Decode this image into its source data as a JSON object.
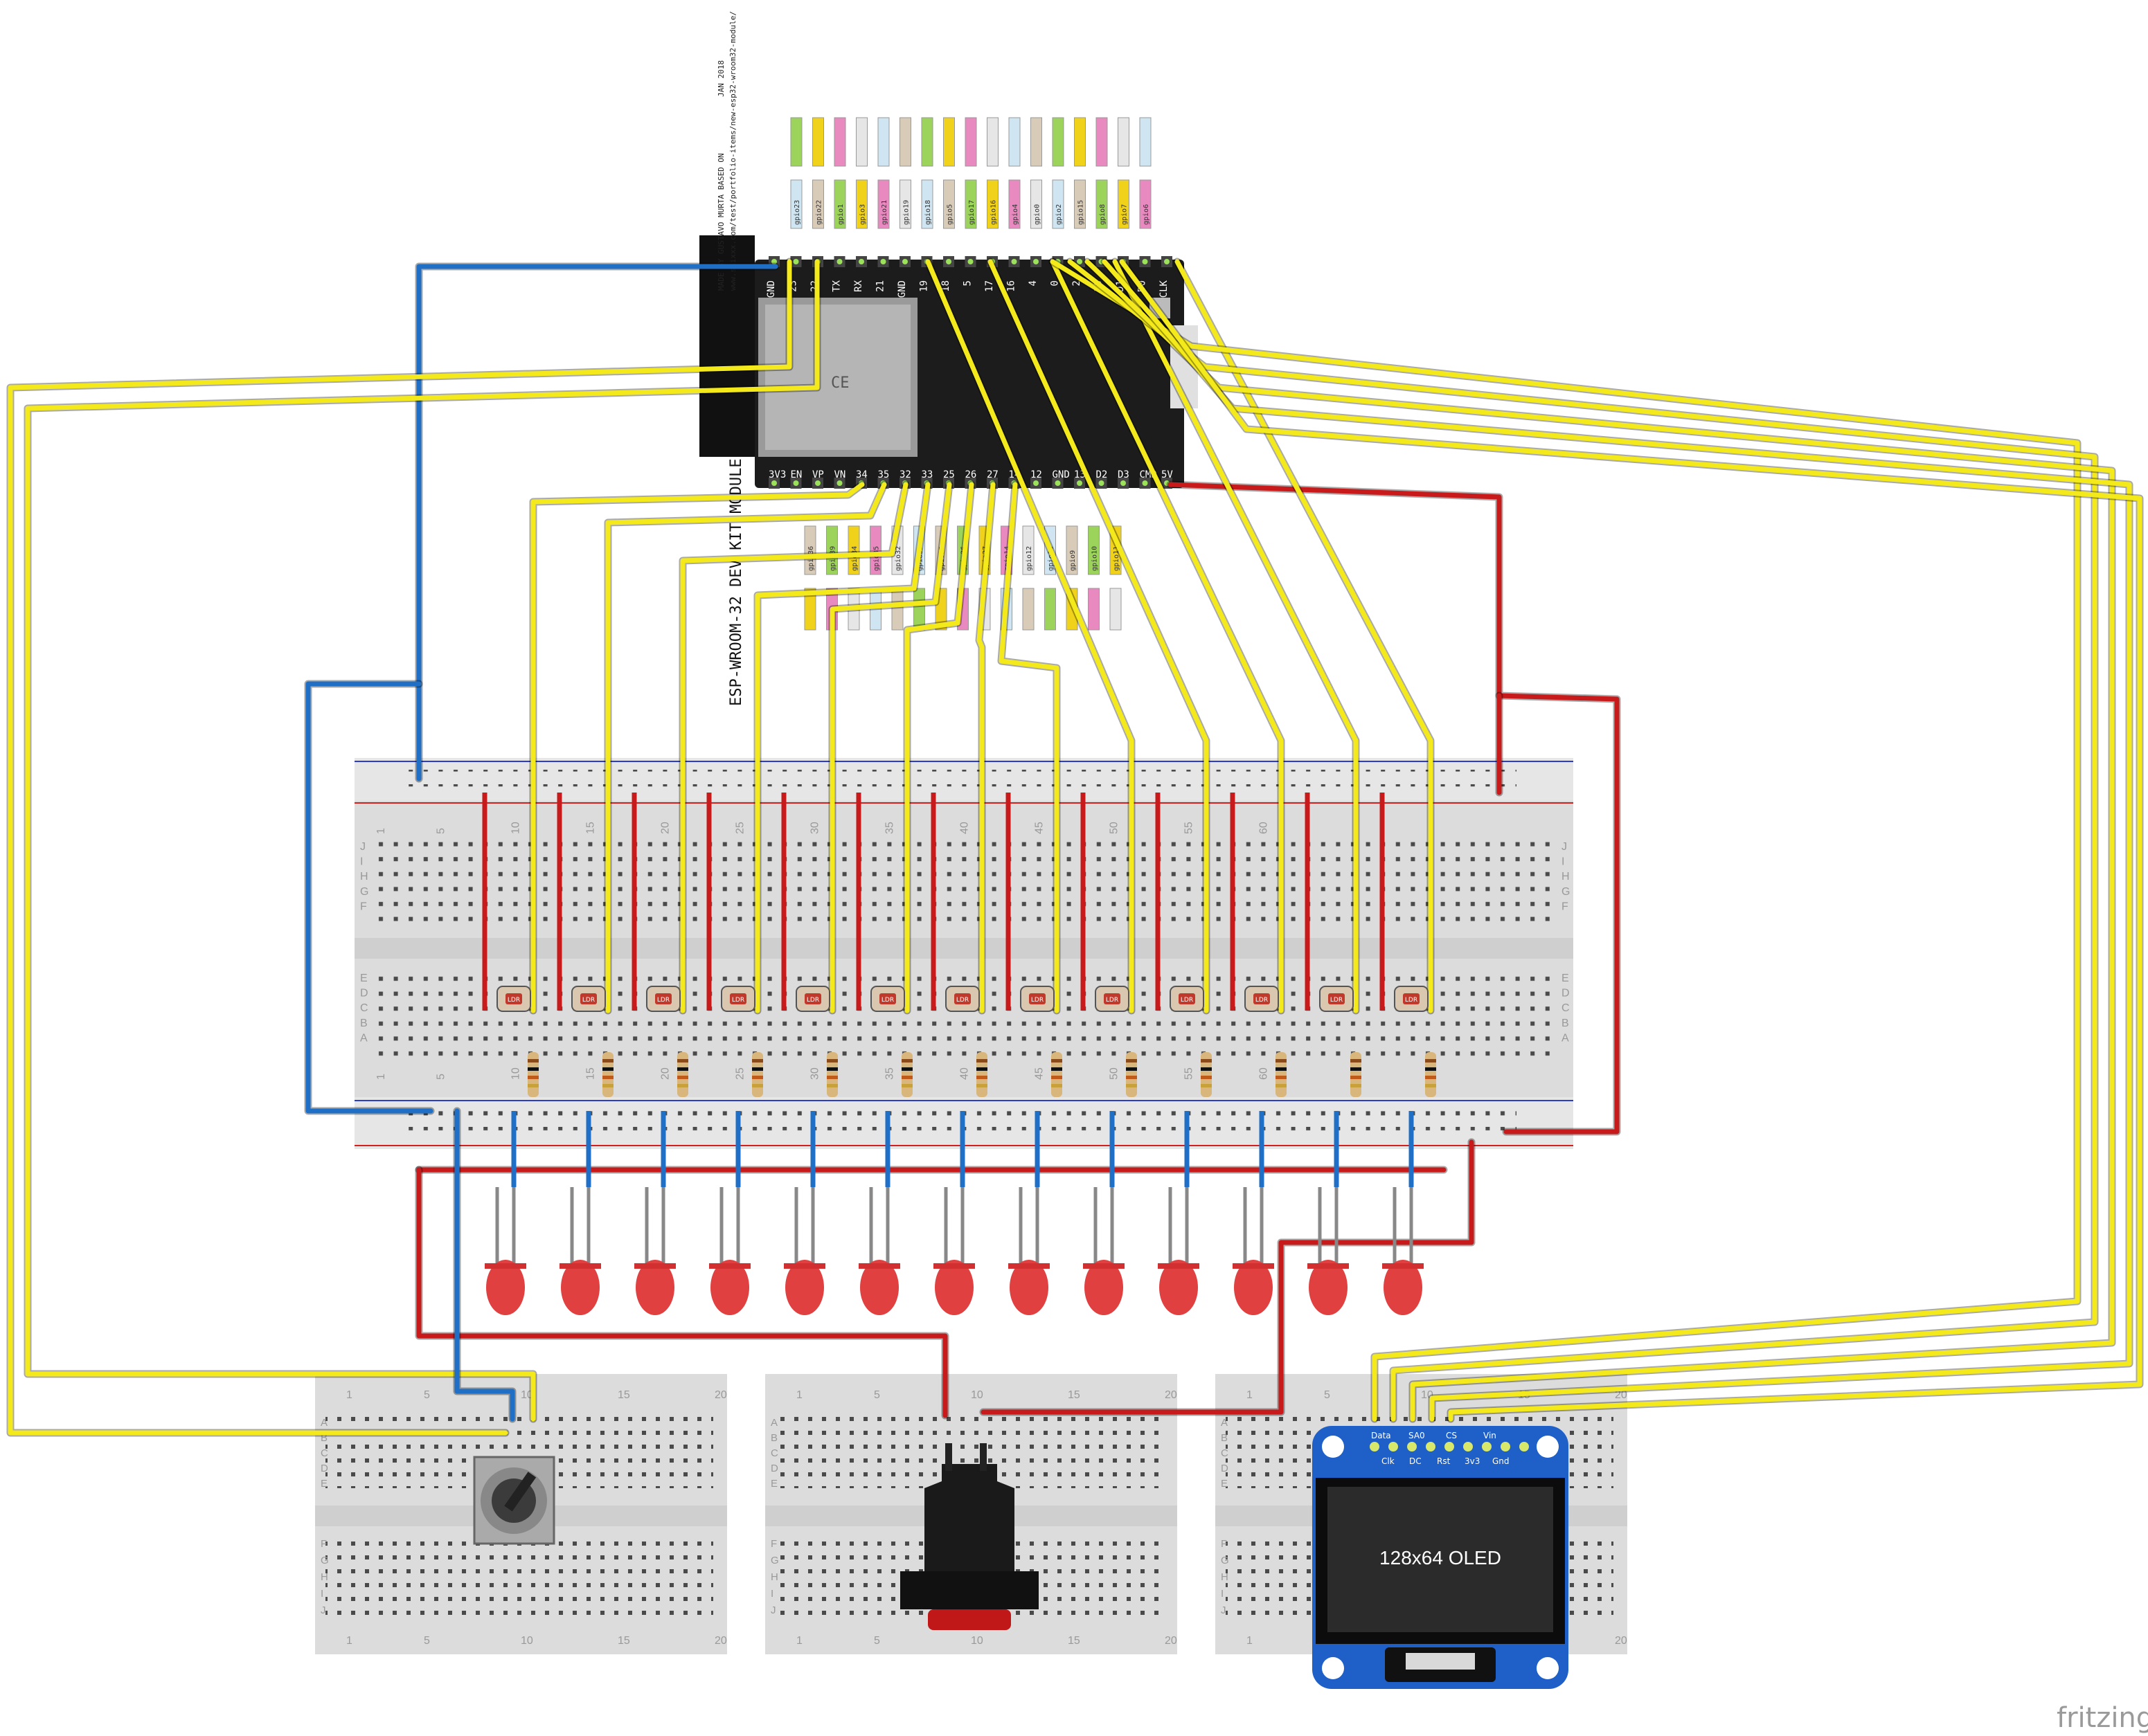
{
  "esp32": {
    "module_label": "ESP-WROOM-32 DEV KIT MODULE",
    "credit_lines": [
      "MADE BY GUSTAVO MURTA BASED ON",
      "www.shixxx.com/test/portfolio-items/new-esp32-wroom32-module/"
    ],
    "credit_date": "JAN 2018",
    "top_pins": [
      "GND",
      "23",
      "22",
      "TX",
      "RX",
      "21",
      "GND",
      "19",
      "18",
      "5",
      "17",
      "16",
      "4",
      "0",
      "2",
      "15",
      "D1",
      "D0",
      "CLK"
    ],
    "bottom_pins": [
      "3V3",
      "EN",
      "VP",
      "VN",
      "34",
      "35",
      "32",
      "33",
      "25",
      "26",
      "27",
      "14",
      "12",
      "GND",
      "13",
      "D2",
      "D3",
      "CMD",
      "5V"
    ],
    "top_gpio_labels": [
      "gpio23",
      "gpio22",
      "gpio1",
      "gpio3",
      "gpio21",
      "gpio19",
      "gpio18",
      "gpio5",
      "gpio17",
      "gpio16",
      "gpio4",
      "gpio0",
      "gpio2",
      "gpio15",
      "gpio8",
      "gpio7",
      "gpio6"
    ],
    "bottom_gpio_labels": [
      "gpio36",
      "gpio39",
      "gpio34",
      "gpio35",
      "gpio32",
      "gpio33",
      "gpio25",
      "gpio26",
      "gpio27",
      "gpio14",
      "gpio12",
      "gpio13",
      "gpio9",
      "gpio10",
      "gpio11"
    ]
  },
  "main_board": {
    "column_numbers": [
      "1",
      "5",
      "10",
      "15",
      "20",
      "25",
      "30",
      "35",
      "40",
      "45",
      "50",
      "55",
      "60"
    ],
    "row_letters_top": [
      "J",
      "I",
      "H",
      "G",
      "F"
    ],
    "row_letters_bottom": [
      "E",
      "D",
      "C",
      "B",
      "A"
    ]
  },
  "small_board": {
    "column_numbers": [
      "1",
      "5",
      "10",
      "15",
      "20"
    ],
    "row_letters_top": [
      "A",
      "B",
      "C",
      "D",
      "E"
    ],
    "row_letters_bottom": [
      "F",
      "G",
      "H",
      "I",
      "J"
    ]
  },
  "oled": {
    "screen_text": "128x64 OLED",
    "pin_labels_top": [
      "Data",
      "SA0",
      "CS",
      "Vin"
    ],
    "pin_labels_bottom": [
      "Clk",
      "DC",
      "Rst",
      "3v3",
      "Gnd"
    ]
  },
  "ldr_label": "LDR",
  "watermark": "fritzing",
  "wire_colors": {
    "signal": "#f4ea1b",
    "power": "#c81a1a",
    "ground": "#1f6fc6"
  },
  "counts": {
    "ldrs": 13,
    "resistors": 13,
    "leds": 13
  }
}
